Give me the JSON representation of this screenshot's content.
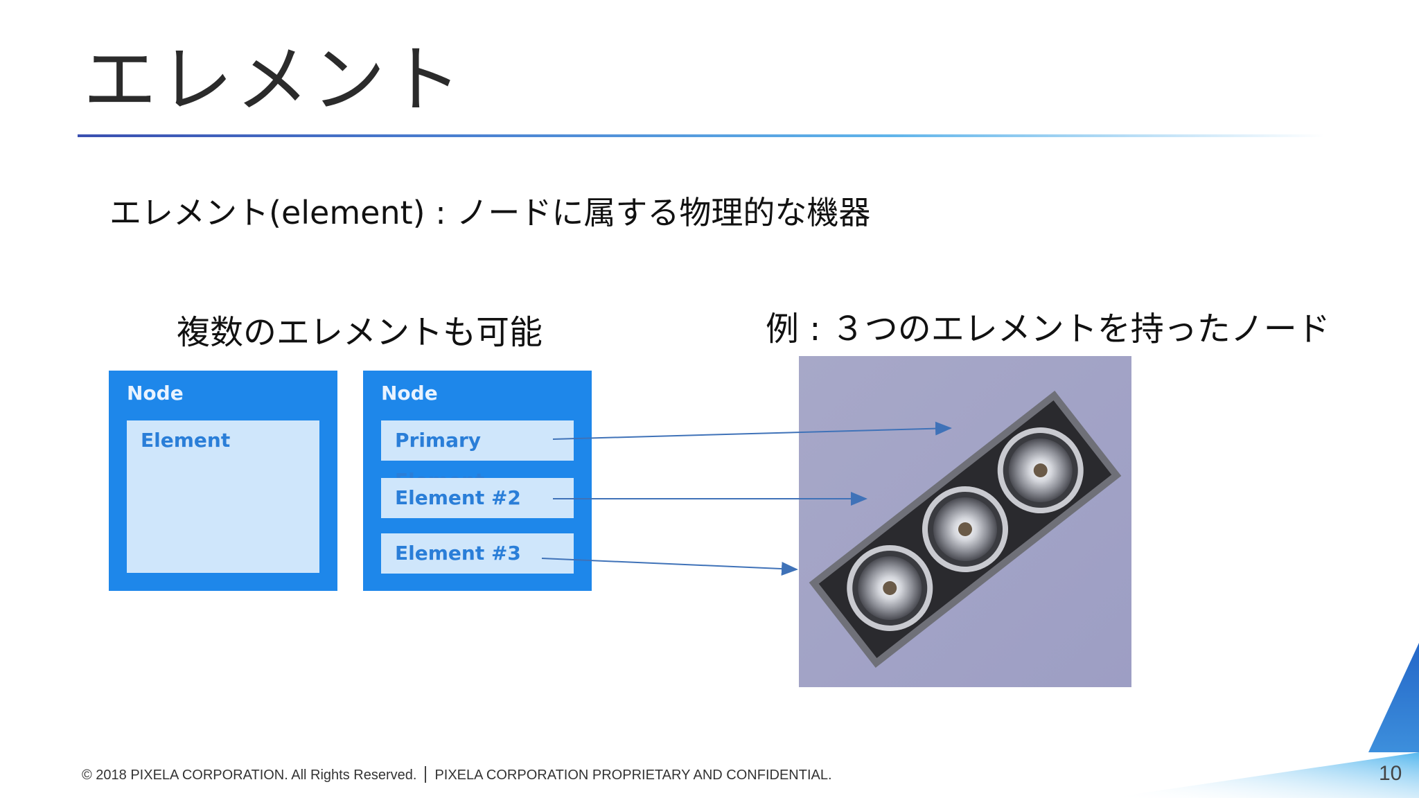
{
  "slide": {
    "title": "エレメント",
    "definition": "エレメント(element) : ノードに属する物理的な機器",
    "left_heading": "複数のエレメントも可能",
    "right_heading": "例 : ３つのエレメントを持ったノード",
    "page_number": "10"
  },
  "diagram": {
    "node1": {
      "label": "Node",
      "element": "Element"
    },
    "node2": {
      "label": "Node",
      "elements": [
        "Primary Element",
        "Element #2",
        "Element #3"
      ]
    }
  },
  "footer": {
    "copyright": "© 2018 PIXELA CORPORATION. All Rights Reserved.",
    "confidential": "PIXELA CORPORATION PROPRIETARY AND CONFIDENTIAL."
  },
  "colors": {
    "node_blue": "#1e87ea",
    "element_fill": "#cfe6fb",
    "element_text": "#2a7ed8",
    "arrow": "#3f72b8",
    "rule_start": "#3a4fb0",
    "rule_end": "#5fb4ea"
  }
}
